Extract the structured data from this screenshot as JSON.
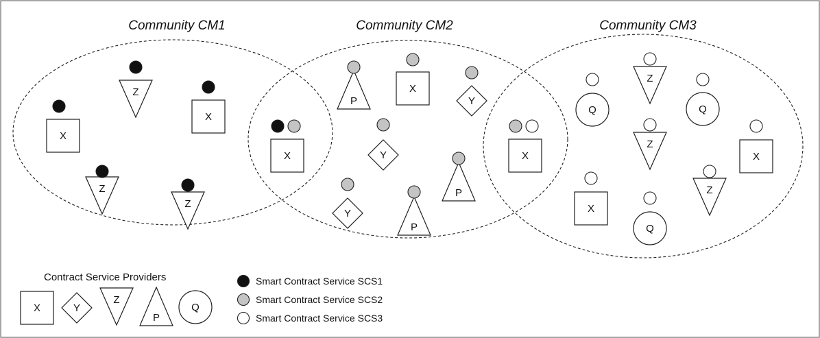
{
  "communities": [
    {
      "title": "Community CM1"
    },
    {
      "title": "Community CM2"
    },
    {
      "title": "Community CM3"
    }
  ],
  "provider_labels": {
    "X": "X",
    "Y": "Y",
    "Z": "Z",
    "P": "P",
    "Q": "Q"
  },
  "colors": {
    "SCS1": "#111111",
    "SCS2": "#c4c4c4",
    "SCS3": "#ffffff"
  },
  "legend": {
    "providers_title": "Contract Service Providers",
    "providers": [
      "X",
      "Y",
      "Z",
      "P",
      "Q"
    ],
    "services": [
      {
        "id": "SCS1",
        "label": "Smart Contract Service SCS1"
      },
      {
        "id": "SCS2",
        "label": "Smart Contract Service SCS2"
      },
      {
        "id": "SCS3",
        "label": "Smart Contract Service SCS3"
      }
    ]
  },
  "providers": [
    {
      "type": "X",
      "communities": [
        "CM1"
      ],
      "services": [
        "SCS1"
      ]
    },
    {
      "type": "Z",
      "communities": [
        "CM1"
      ],
      "services": [
        "SCS1"
      ]
    },
    {
      "type": "X",
      "communities": [
        "CM1"
      ],
      "services": [
        "SCS1"
      ]
    },
    {
      "type": "Z",
      "communities": [
        "CM1"
      ],
      "services": [
        "SCS1"
      ]
    },
    {
      "type": "Z",
      "communities": [
        "CM1"
      ],
      "services": [
        "SCS1"
      ]
    },
    {
      "type": "X",
      "communities": [
        "CM1",
        "CM2"
      ],
      "services": [
        "SCS1",
        "SCS2"
      ]
    },
    {
      "type": "P",
      "communities": [
        "CM2"
      ],
      "services": [
        "SCS2"
      ]
    },
    {
      "type": "X",
      "communities": [
        "CM2"
      ],
      "services": [
        "SCS2"
      ]
    },
    {
      "type": "Y",
      "communities": [
        "CM2"
      ],
      "services": [
        "SCS2"
      ]
    },
    {
      "type": "Y",
      "communities": [
        "CM2"
      ],
      "services": [
        "SCS2"
      ]
    },
    {
      "type": "P",
      "communities": [
        "CM2"
      ],
      "services": [
        "SCS2"
      ]
    },
    {
      "type": "Y",
      "communities": [
        "CM2"
      ],
      "services": [
        "SCS2"
      ]
    },
    {
      "type": "P",
      "communities": [
        "CM2"
      ],
      "services": [
        "SCS2"
      ]
    },
    {
      "type": "X",
      "communities": [
        "CM2",
        "CM3"
      ],
      "services": [
        "SCS2",
        "SCS3"
      ]
    },
    {
      "type": "Q",
      "communities": [
        "CM3"
      ],
      "services": [
        "SCS3"
      ]
    },
    {
      "type": "Z",
      "communities": [
        "CM3"
      ],
      "services": [
        "SCS3"
      ]
    },
    {
      "type": "Q",
      "communities": [
        "CM3"
      ],
      "services": [
        "SCS3"
      ]
    },
    {
      "type": "Z",
      "communities": [
        "CM3"
      ],
      "services": [
        "SCS3"
      ]
    },
    {
      "type": "X",
      "communities": [
        "CM3"
      ],
      "services": [
        "SCS3"
      ]
    },
    {
      "type": "X",
      "communities": [
        "CM3"
      ],
      "services": [
        "SCS3"
      ]
    },
    {
      "type": "Z",
      "communities": [
        "CM3"
      ],
      "services": [
        "SCS3"
      ]
    },
    {
      "type": "Q",
      "communities": [
        "CM3"
      ],
      "services": [
        "SCS3"
      ]
    }
  ]
}
